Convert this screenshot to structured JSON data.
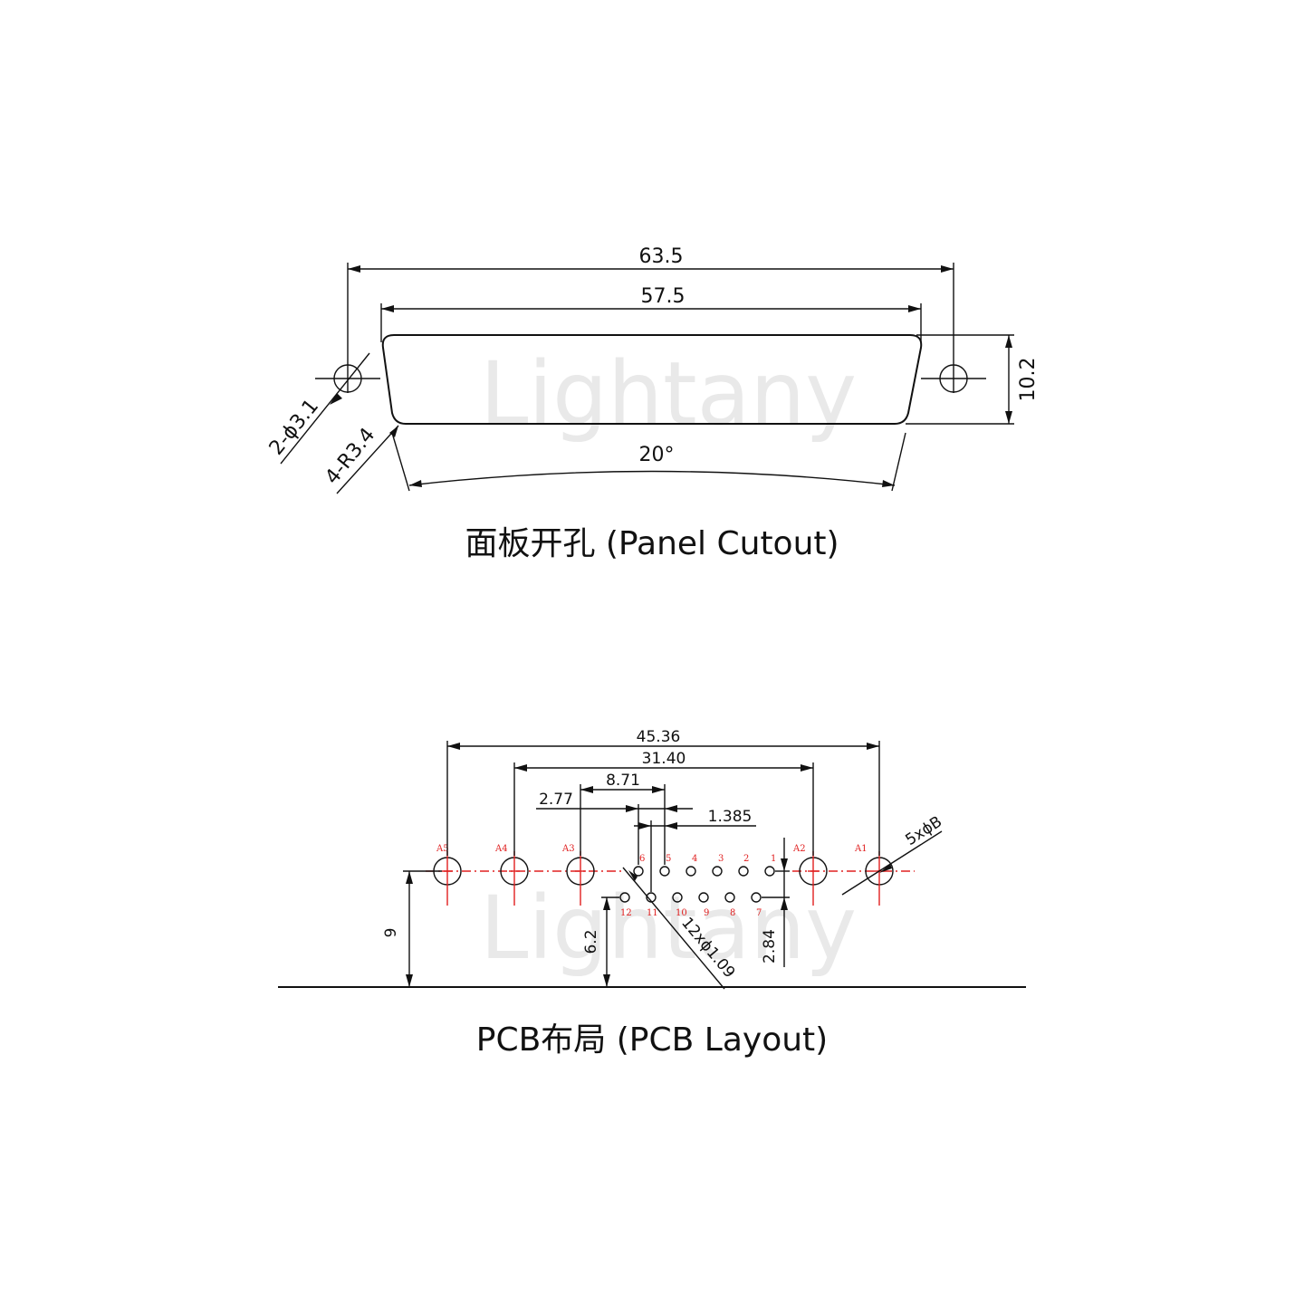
{
  "watermark": "Lightany",
  "panel_cutout": {
    "caption": "面板开孔 (Panel Cutout)",
    "dim_overall": "63.5",
    "dim_opening": "57.5",
    "dim_height": "10.2",
    "dim_holes": "2-ϕ3.1",
    "dim_radius": "4-R3.4",
    "dim_angle": "20°"
  },
  "pcb_layout": {
    "caption": "PCB布局 (PCB Layout)",
    "dim_a_span": "45.36",
    "dim_a_inner": "31.40",
    "dim_pitch_3": "8.71",
    "dim_pitch_1": "2.77",
    "dim_half_pitch": "1.385",
    "dim_large_holes": "5xϕB",
    "dim_small_holes": "12xϕ1.09",
    "dim_row1_height": "9",
    "dim_row2_height": "6.2",
    "dim_row_gap": "2.84",
    "large_pin_labels": [
      "A5",
      "A4",
      "A3",
      "A2",
      "A1"
    ],
    "top_row_labels": [
      "6",
      "5",
      "4",
      "3",
      "2",
      "1"
    ],
    "bottom_row_labels": [
      "12",
      "11",
      "10",
      "9",
      "8",
      "7"
    ]
  }
}
